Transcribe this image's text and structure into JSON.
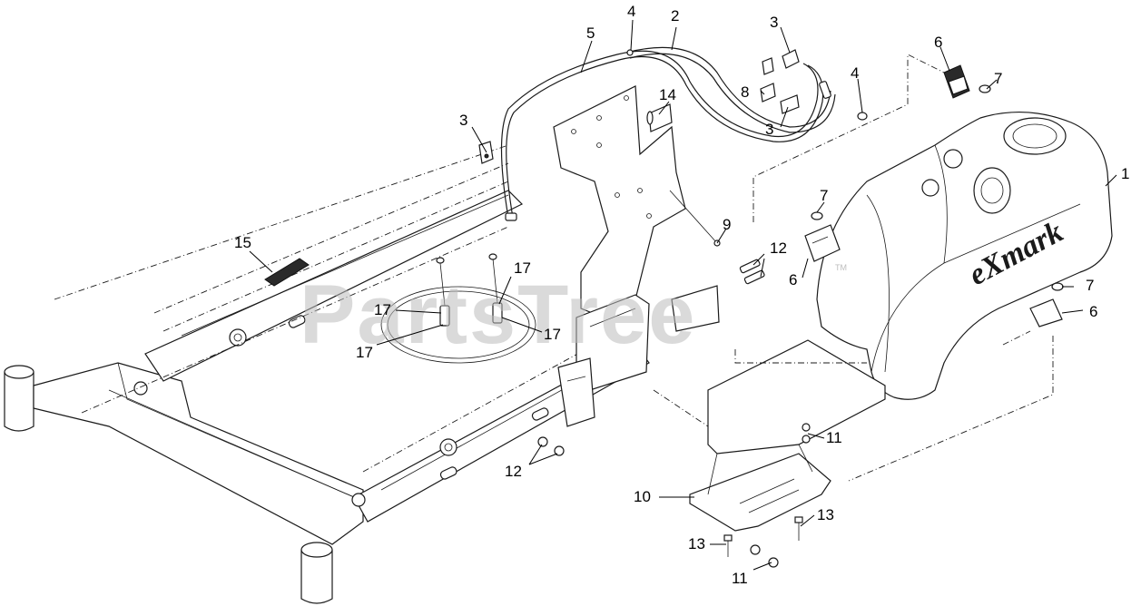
{
  "watermark": {
    "text": "PartsTree",
    "mark": "TM"
  },
  "tank_brand": "eXmark",
  "callouts": [
    {
      "id": "c1",
      "label": "1"
    },
    {
      "id": "c2",
      "label": "2"
    },
    {
      "id": "c3a",
      "label": "3"
    },
    {
      "id": "c3b",
      "label": "3"
    },
    {
      "id": "c3c",
      "label": "3"
    },
    {
      "id": "c4a",
      "label": "4"
    },
    {
      "id": "c4b",
      "label": "4"
    },
    {
      "id": "c5",
      "label": "5"
    },
    {
      "id": "c6a",
      "label": "6"
    },
    {
      "id": "c6b",
      "label": "6"
    },
    {
      "id": "c6c",
      "label": "6"
    },
    {
      "id": "c7a",
      "label": "7"
    },
    {
      "id": "c7b",
      "label": "7"
    },
    {
      "id": "c7c",
      "label": "7"
    },
    {
      "id": "c8",
      "label": "8"
    },
    {
      "id": "c9",
      "label": "9"
    },
    {
      "id": "c10",
      "label": "10"
    },
    {
      "id": "c11a",
      "label": "11"
    },
    {
      "id": "c11b",
      "label": "11"
    },
    {
      "id": "c12a",
      "label": "12"
    },
    {
      "id": "c12b",
      "label": "12"
    },
    {
      "id": "c13a",
      "label": "13"
    },
    {
      "id": "c13b",
      "label": "13"
    },
    {
      "id": "c14",
      "label": "14"
    },
    {
      "id": "c15",
      "label": "15"
    },
    {
      "id": "c17a",
      "label": "17"
    },
    {
      "id": "c17b",
      "label": "17"
    },
    {
      "id": "c17c",
      "label": "17"
    },
    {
      "id": "c17d",
      "label": "17"
    }
  ]
}
